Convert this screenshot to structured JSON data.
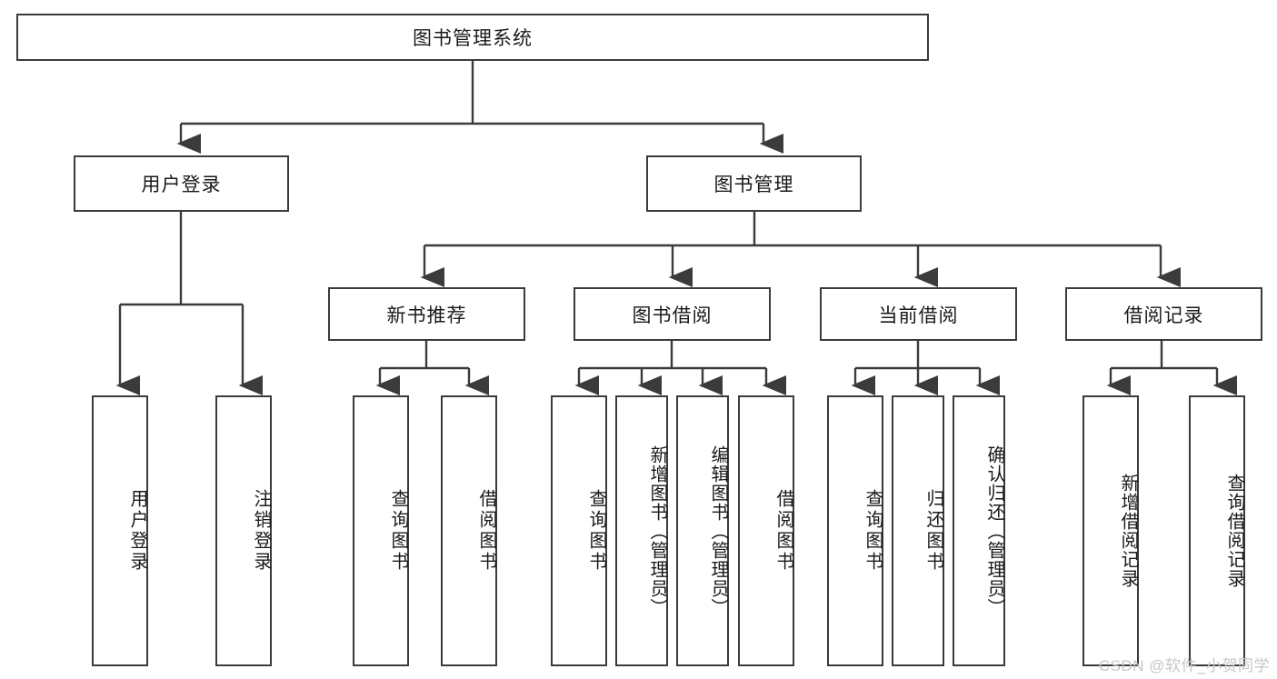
{
  "diagram": {
    "title": "图书管理系统",
    "type": "tree",
    "root": {
      "label": "图书管理系统"
    },
    "level2": [
      {
        "label": "用户登录"
      },
      {
        "label": "图书管理"
      }
    ],
    "level3": [
      {
        "label": "新书推荐"
      },
      {
        "label": "图书借阅"
      },
      {
        "label": "当前借阅"
      },
      {
        "label": "借阅记录"
      }
    ],
    "leaves": {
      "user_login": [
        {
          "label": "用户登录"
        },
        {
          "label": "注销登录"
        }
      ],
      "new_book_recommend": [
        {
          "label": "查询图书"
        },
        {
          "label": "借阅图书"
        }
      ],
      "book_borrow": [
        {
          "label": "查询图书"
        },
        {
          "label": "新增图书（管理员）"
        },
        {
          "label": "编辑图书（管理员）"
        },
        {
          "label": "借阅图书"
        }
      ],
      "current_borrow": [
        {
          "label": "查询图书"
        },
        {
          "label": "归还图书"
        },
        {
          "label": "确认归还（管理员）"
        }
      ],
      "borrow_record": [
        {
          "label": "新增借阅记录"
        },
        {
          "label": "查询借阅记录"
        }
      ]
    }
  },
  "watermark": {
    "text": "CSDN @软件_小贺同学"
  },
  "colors": {
    "stroke": "#3b3b3b",
    "box_fill": "#ffffff",
    "text": "#1a1a1a",
    "watermark": "#c7c7c7",
    "background": "#ffffff"
  }
}
